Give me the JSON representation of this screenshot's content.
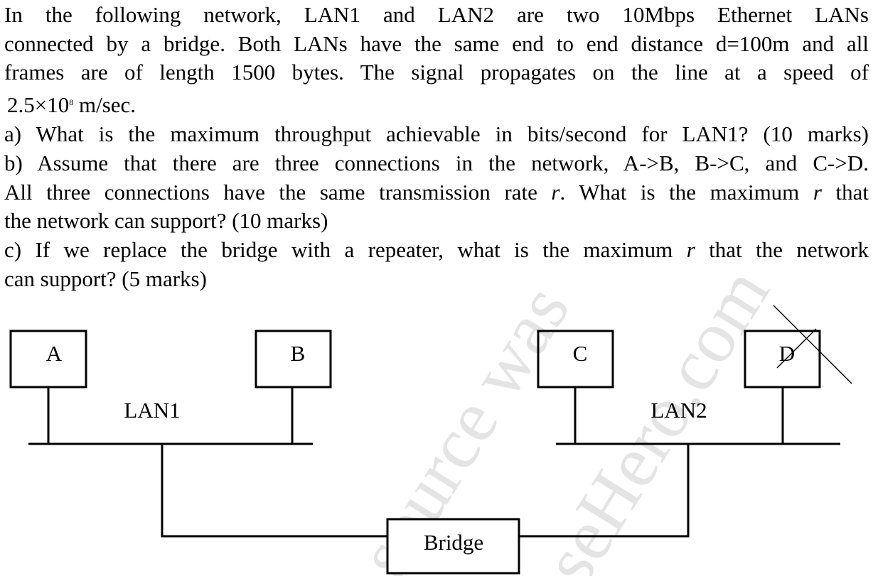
{
  "question": {
    "intro": {
      "line1": "In the following network, LAN1 and LAN2 are two 10Mbps Ethernet LANs",
      "line2": "connected by a bridge. Both LANs have the same end to end distance d=100m and all",
      "line3": "frames are of length 1500 bytes. The signal propagates on the line at a speed of",
      "speed_mantissa": "2.5×10",
      "speed_exponent": "8",
      "speed_unit": " m/sec."
    },
    "part_a": "a) What is the maximum throughput achievable in bits/second for LAN1? (10 marks)",
    "part_b": {
      "line1": "b) Assume that there are three connections in the network, A->B, B->C, and C->D.",
      "line2_pre": "All three connections have the same transmission rate ",
      "var_r": "r",
      "line2_mid": ". What is the maximum ",
      "line2_post": " that",
      "line3": "the network can support? (10 marks)"
    },
    "part_c": {
      "line1_pre": "c) If we replace the bridge with a repeater, what is the maximum ",
      "var_r": "r",
      "line1_post": " that the network",
      "line2": "can support? (5 marks)"
    }
  },
  "diagram": {
    "stations": [
      "A",
      "B",
      "C",
      "D"
    ],
    "lan1_label": "LAN1",
    "lan2_label": "LAN2",
    "bridge_label": "Bridge"
  },
  "watermark": {
    "text1": "source was",
    "text2": "seHero.com",
    "color": "#e4e4e4"
  }
}
